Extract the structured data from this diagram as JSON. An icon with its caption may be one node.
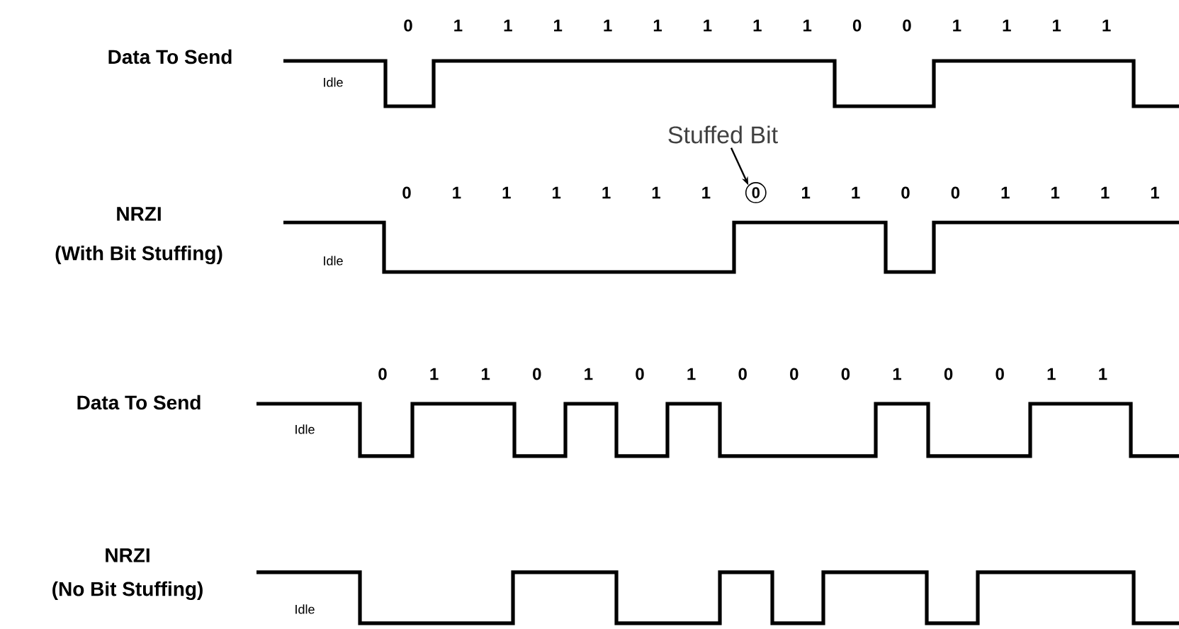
{
  "diagram": {
    "nodes": [
      {
        "text": [
          "Stuffed Bit"
        ]
      },
      {
        "text": [
          "0"
        ]
      }
    ],
    "edges": [
      {
        "from": 0,
        "to": 1,
        "arrow": "to"
      }
    ],
    "labels": [
      "Data To Send",
      "0",
      "1",
      "1",
      "1",
      "1",
      "1",
      "1",
      "1",
      "1",
      "0",
      "0",
      "1",
      "1",
      "1",
      "1",
      "Idle",
      "NRZI",
      "(With Bit Stuffing)",
      "0",
      "1",
      "1",
      "1",
      "1",
      "1",
      "1",
      "1",
      "1",
      "0",
      "0",
      "1",
      "1",
      "1",
      "1",
      "Idle",
      "Data To Send",
      "0",
      "1",
      "1",
      "0",
      "1",
      "0",
      "1",
      "0",
      "0",
      "0",
      "1",
      "0",
      "0",
      "1",
      "1",
      "Idle",
      "NRZI",
      "(No Bit Stuffing)",
      "Idle"
    ]
  }
}
